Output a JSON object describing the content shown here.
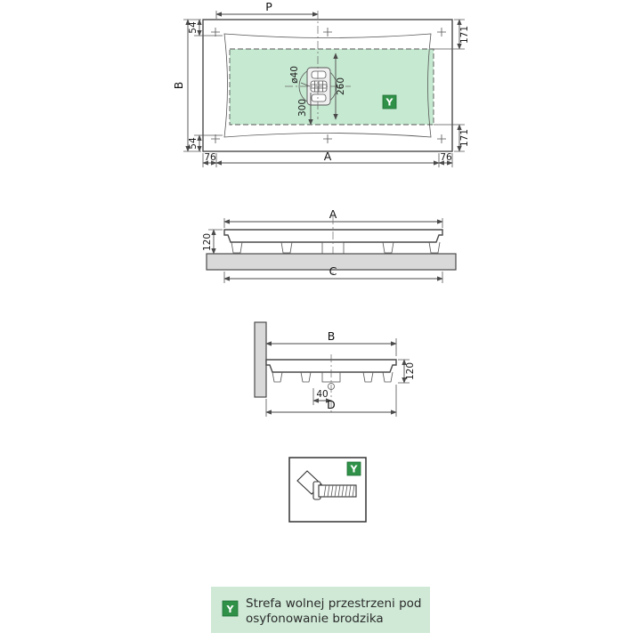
{
  "colors": {
    "green": "#2f9148",
    "green_fill": "#c6e9d1",
    "legend_bg": "#cfe9d6",
    "gray": "#d9d9d9",
    "line": "#4a4a4a"
  },
  "top_view": {
    "dim_p": "P",
    "dim_b": "B",
    "dim_a": "A",
    "dim_54_top": "54",
    "dim_54_bottom": "54",
    "dim_171_top": "171",
    "dim_171_bottom": "171",
    "dim_76_left": "76",
    "dim_76_right": "76",
    "dim_diameter": "ø40",
    "dim_260": "260",
    "dim_300": "300",
    "zone_label": "Y"
  },
  "front_view": {
    "dim_a": "A",
    "dim_120": "120",
    "dim_c": "C"
  },
  "side_view": {
    "dim_b": "B",
    "dim_120": "120",
    "dim_40": "40",
    "dim_d": "D"
  },
  "detail_box": {
    "zone_label": "Y"
  },
  "legend": {
    "symbol": "Y",
    "line1": "Strefa wolnej przestrzeni pod",
    "line2": "osyfonowanie brodzika"
  }
}
